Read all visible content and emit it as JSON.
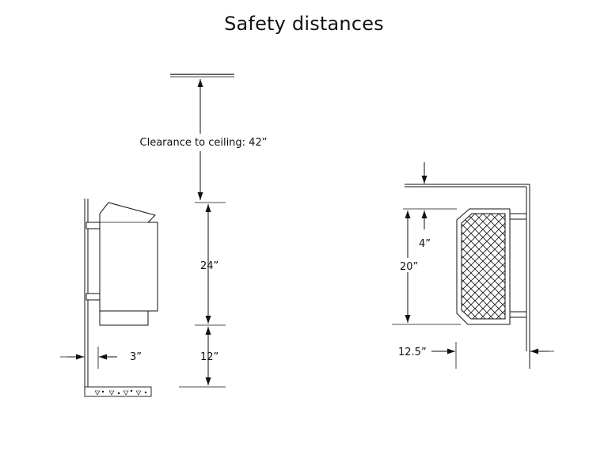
{
  "title": "Safety distances",
  "left_view": {
    "ceiling_clearance_label": "Clearance to ceiling: 42”",
    "heater_height_label": "24”",
    "floor_clearance_label": "12”",
    "wall_clearance_label": "3”"
  },
  "right_view": {
    "top_clearance_label": "4”",
    "height_label": "20”",
    "side_clearance_label": "12.5”"
  },
  "colors": {
    "line": "#111111",
    "background": "#ffffff"
  }
}
